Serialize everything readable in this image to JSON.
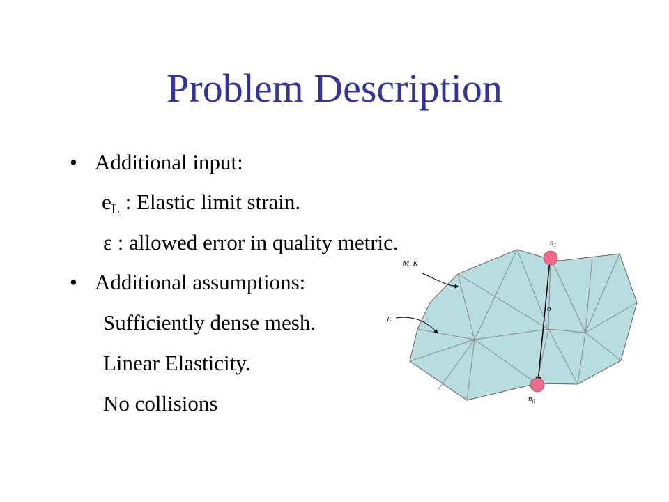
{
  "slide": {
    "title": "Problem Description",
    "bullets": [
      {
        "heading": "Additional input:",
        "items": [
          {
            "symbol": "e",
            "subscript": "L",
            "text": " : Elastic limit strain."
          },
          {
            "symbol": "ε",
            "subscript": "",
            "text": " : allowed error in quality metric."
          }
        ]
      },
      {
        "heading": "Additional assumptions:",
        "items": [
          {
            "text": "Sufficiently dense mesh."
          },
          {
            "text": "Linear Elasticity."
          },
          {
            "text": "No collisions"
          }
        ]
      }
    ]
  },
  "diagram": {
    "labels": {
      "n1_main": "n",
      "n1_sub": "1",
      "n0_main": "n",
      "n0_sub": "0",
      "mk": "M, K",
      "e": "E",
      "sigma": "σ"
    },
    "colors": {
      "fill": "#b8dde0",
      "node": "#f06a8c",
      "stroke": "#606060"
    }
  }
}
